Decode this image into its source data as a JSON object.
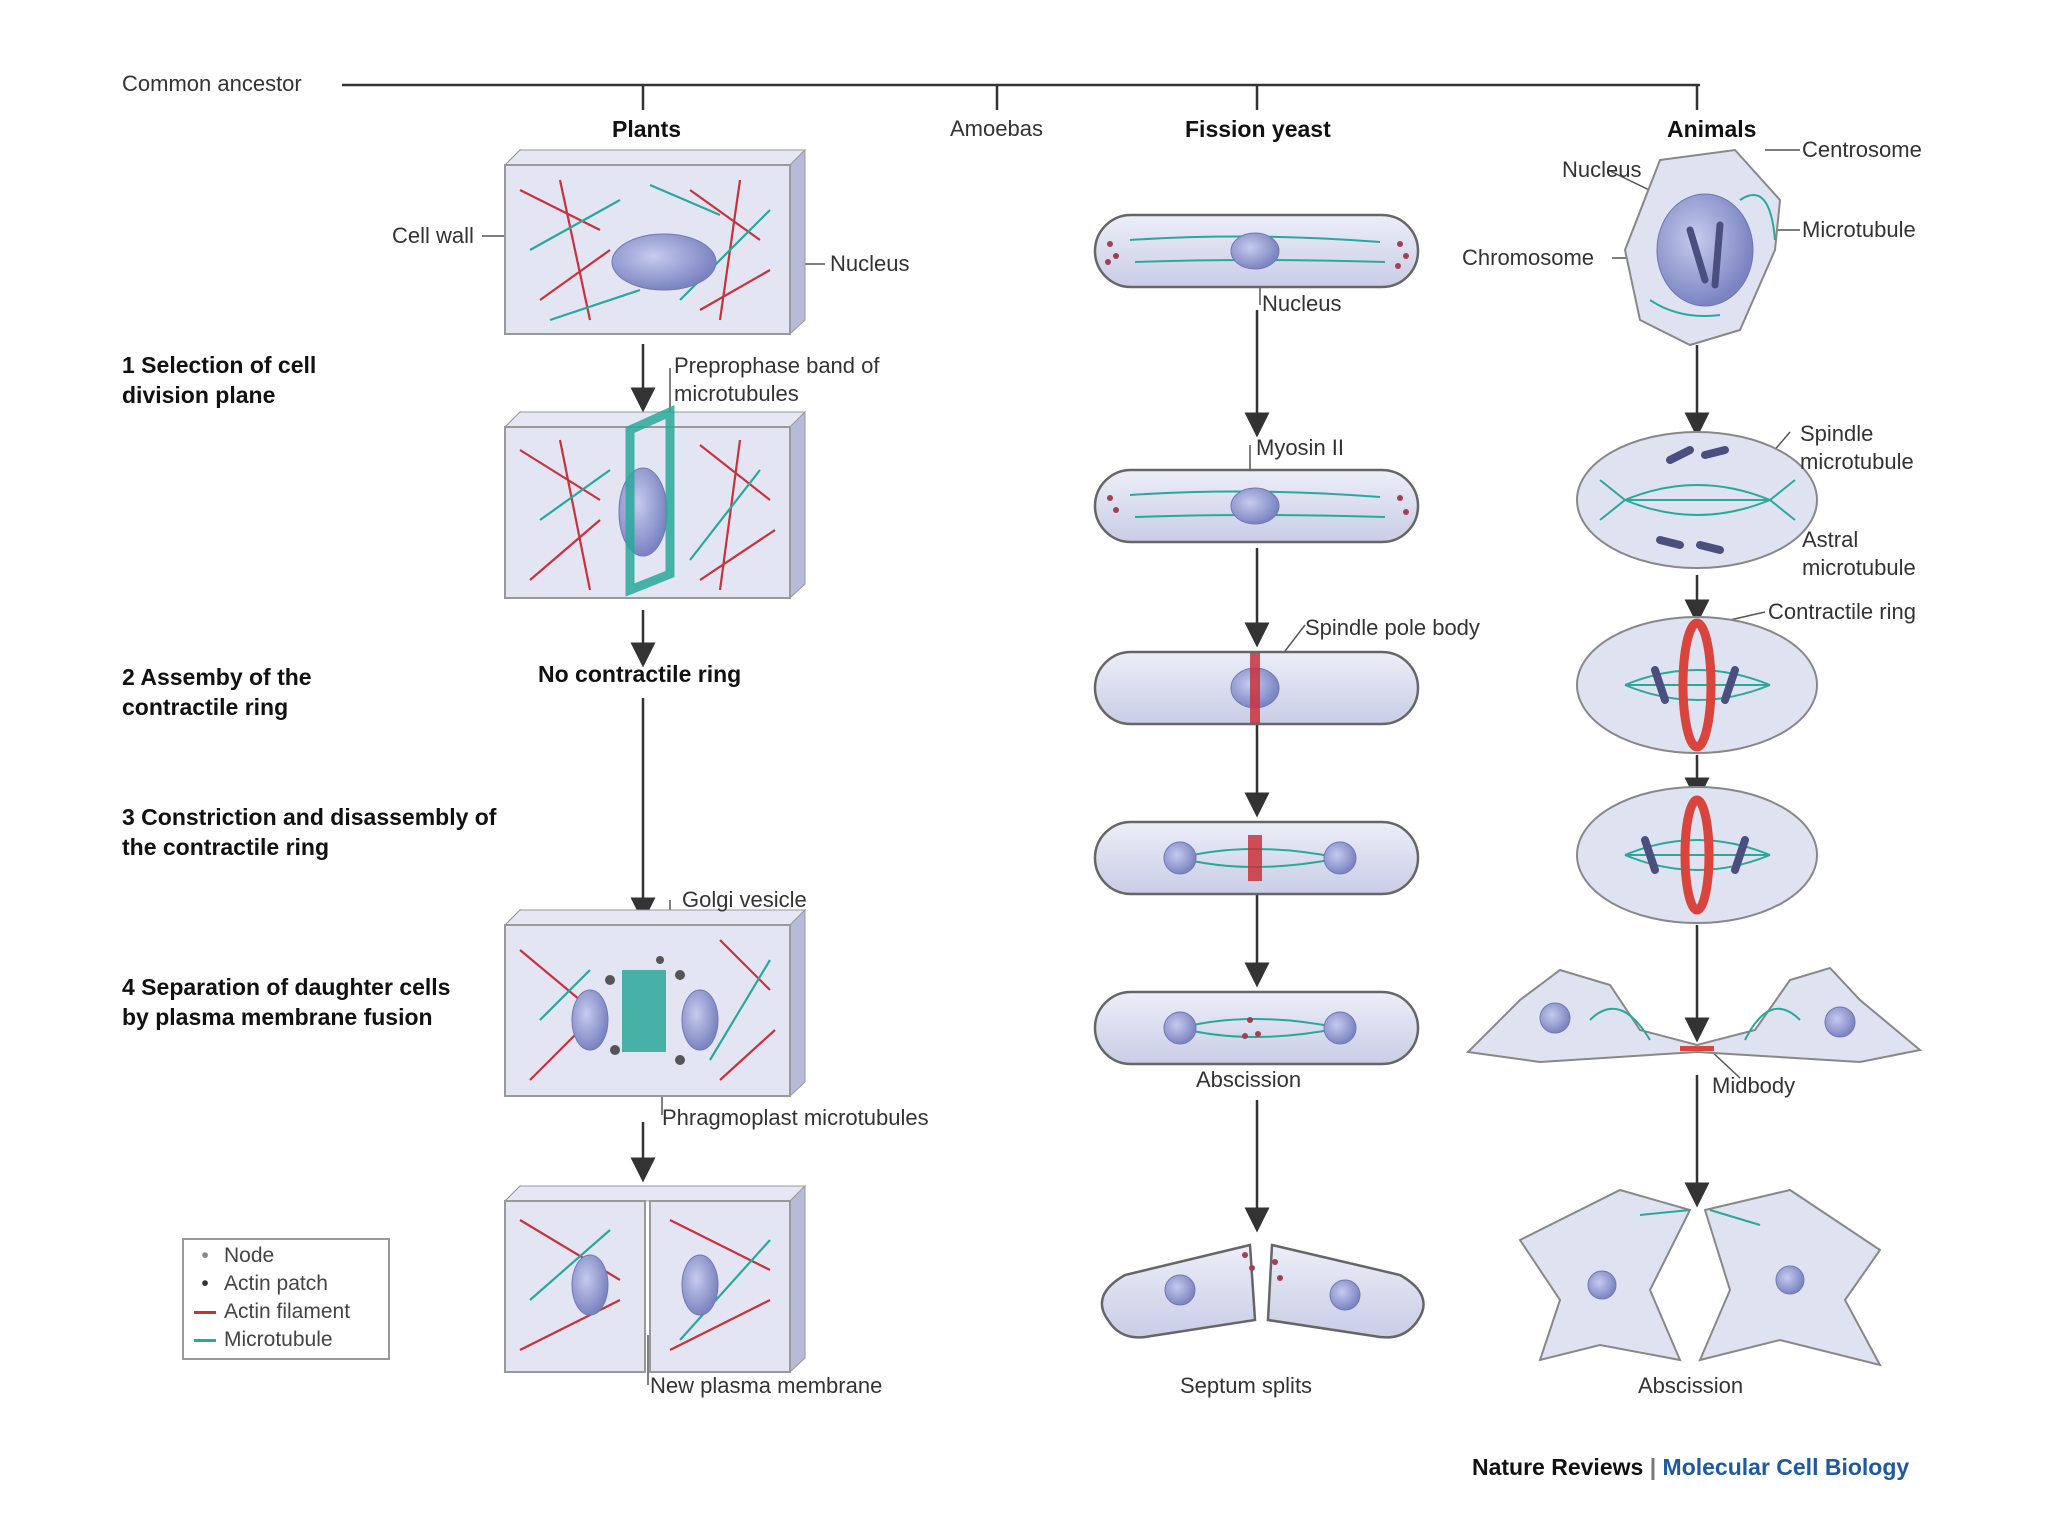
{
  "header": {
    "ancestor": "Common ancestor",
    "lineages": {
      "plants": "Plants",
      "amoebas": "Amoebas",
      "fission_yeast": "Fission yeast",
      "animals": "Animals"
    }
  },
  "steps": [
    "1 Selection of cell division plane",
    "2 Assemby of the contractile ring",
    "3 Constriction and disassembly of the contractile ring",
    "4 Separation of daughter cells by plasma membrane fusion"
  ],
  "plants": {
    "cell_wall": "Cell wall",
    "nucleus": "Nucleus",
    "preprophase_band": "Preprophase band of microtubules",
    "no_contractile_ring": "No contractile ring",
    "golgi_vesicle": "Golgi vesicle",
    "phragmoplast": "Phragmoplast microtubules",
    "new_membrane": "New plasma membrane"
  },
  "yeast": {
    "nucleus": "Nucleus",
    "myosin": "Myosin II",
    "spindle_pole_body": "Spindle pole body",
    "abscission": "Abscission",
    "septum_splits": "Septum splits"
  },
  "animals": {
    "nucleus": "Nucleus",
    "centrosome": "Centrosome",
    "microtubule": "Microtubule",
    "chromosome": "Chromosome",
    "spindle_microtubule": "Spindle microtubule",
    "astral_microtubule": "Astral microtubule",
    "contractile_ring": "Contractile ring",
    "midbody": "Midbody",
    "abscission": "Abscission"
  },
  "legend": {
    "node": "Node",
    "actin_patch": "Actin patch",
    "actin_filament": "Actin filament",
    "microtubule": "Microtubule"
  },
  "credit": {
    "journal": "Nature Reviews",
    "section": "Molecular Cell Biology"
  },
  "colors": {
    "actin": "#c8323c",
    "microtubule": "#2aa89a",
    "cell_fill": "#dde0ef",
    "nucleus": "#8e95cc",
    "ring": "#d9443c"
  }
}
